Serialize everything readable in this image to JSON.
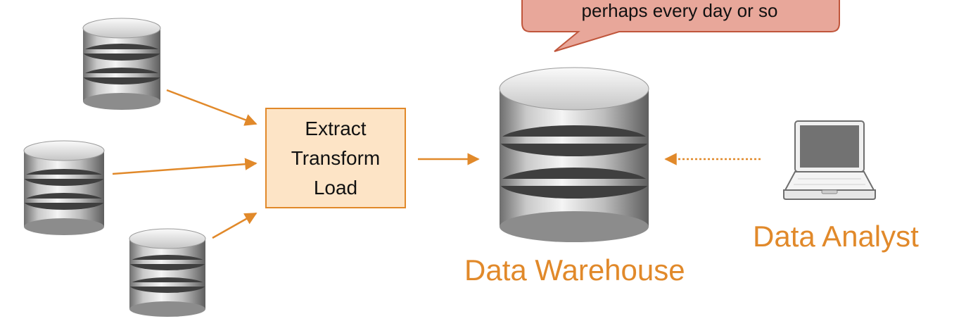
{
  "callout": {
    "text": "perhaps every day or so"
  },
  "etl": {
    "lines": [
      "Extract",
      "Transform",
      "Load"
    ]
  },
  "labels": {
    "warehouse": "Data Warehouse",
    "analyst": "Data Analyst"
  },
  "colors": {
    "accent": "#e1892a",
    "etl_fill": "#fde4c6",
    "callout_fill": "#e8a79a",
    "callout_border": "#c0563c"
  },
  "icons": [
    "database-icon",
    "laptop-icon"
  ]
}
